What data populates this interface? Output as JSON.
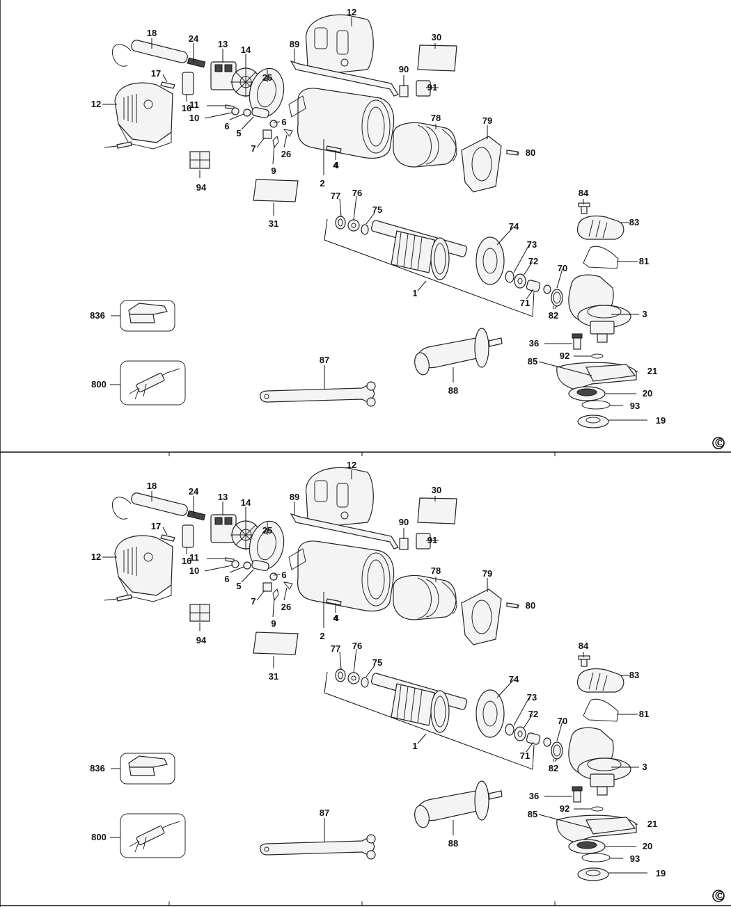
{
  "panels": [
    {
      "labels": [
        "18",
        "24",
        "13",
        "14",
        "25",
        "89",
        "12",
        "30",
        "90",
        "91",
        "17",
        "16",
        "12",
        "11",
        "10",
        "6",
        "5",
        "6",
        "7",
        "26",
        "9",
        "2",
        "4",
        "78",
        "79",
        "80",
        "4",
        "94",
        "31",
        "77",
        "76",
        "75",
        "74",
        "73",
        "72",
        "70",
        "71",
        "1",
        "84",
        "83",
        "81",
        "3",
        "82",
        "836",
        "36",
        "92",
        "85",
        "21",
        "20",
        "93",
        "19",
        "800",
        "87",
        "88"
      ],
      "copyright": "©"
    },
    {
      "labels": [
        "18",
        "24",
        "13",
        "14",
        "25",
        "89",
        "12",
        "30",
        "90",
        "91",
        "17",
        "16",
        "12",
        "11",
        "10",
        "6",
        "5",
        "6",
        "7",
        "26",
        "9",
        "2",
        "4",
        "78",
        "79",
        "80",
        "4",
        "94",
        "31",
        "77",
        "76",
        "75",
        "74",
        "73",
        "72",
        "70",
        "71",
        "1",
        "84",
        "83",
        "81",
        "3",
        "82",
        "836",
        "36",
        "92",
        "85",
        "21",
        "20",
        "93",
        "19",
        "800",
        "87",
        "88"
      ],
      "copyright": "©"
    }
  ]
}
